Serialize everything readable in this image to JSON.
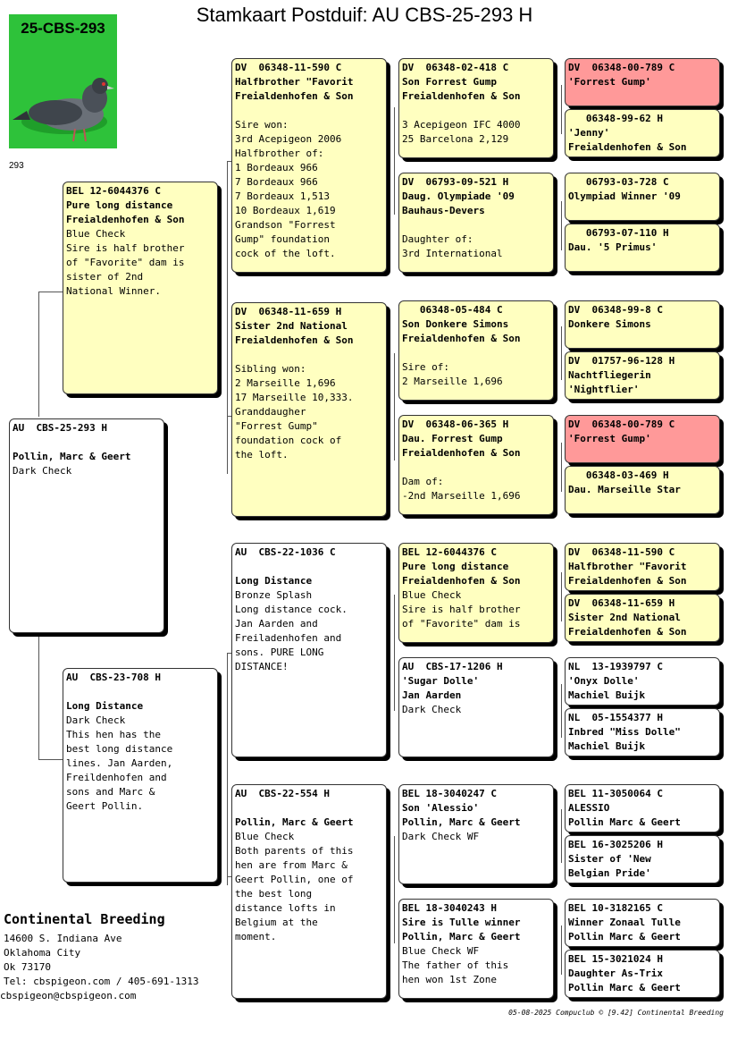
{
  "title": "Stamkaart Postduif: AU  CBS-25-293 H",
  "photo_label": "25-CBS-293",
  "ring_short": "293",
  "subject": {
    "lines": [
      {
        "t": "AU  CBS-25-293 H",
        "b": true
      },
      {
        "t": ""
      },
      {
        "t": "Pollin, Marc & Geert",
        "b": true
      },
      {
        "t": "Dark Check"
      }
    ]
  },
  "sire": {
    "lines": [
      {
        "t": "BEL 12-6044376 C",
        "b": true
      },
      {
        "t": "Pure long distance",
        "b": true
      },
      {
        "t": "Freialdenhofen & Son",
        "b": true
      },
      {
        "t": "Blue Check"
      },
      {
        "t": "Sire is half brother"
      },
      {
        "t": "of \"Favorite\" dam is"
      },
      {
        "t": "sister of 2nd"
      },
      {
        "t": "National Winner."
      }
    ]
  },
  "dam": {
    "lines": [
      {
        "t": "AU  CBS-23-708 H",
        "b": true
      },
      {
        "t": ""
      },
      {
        "t": "Long Distance",
        "b": true
      },
      {
        "t": "Dark Check"
      },
      {
        "t": "This hen has the"
      },
      {
        "t": "best long distance"
      },
      {
        "t": "lines. Jan Aarden,"
      },
      {
        "t": "Freildenhofen and"
      },
      {
        "t": "sons and Marc &"
      },
      {
        "t": "Geert Pollin."
      }
    ]
  },
  "gp": [
    {
      "lines": [
        {
          "t": "DV  06348-11-590 C",
          "b": true
        },
        {
          "t": "Halfbrother \"Favorit",
          "b": true
        },
        {
          "t": "Freialdenhofen & Son",
          "b": true
        },
        {
          "t": ""
        },
        {
          "t": "Sire won:"
        },
        {
          "t": "3rd Acepigeon 2006"
        },
        {
          "t": "Halfbrother of:"
        },
        {
          "t": "1 Bordeaux 966"
        },
        {
          "t": "7 Bordeaux 966"
        },
        {
          "t": "7 Bordeaux 1,513"
        },
        {
          "t": "10 Bordeaux 1,619"
        },
        {
          "t": "Grandson \"Forrest"
        },
        {
          "t": "Gump\" foundation"
        },
        {
          "t": "cock of the loft."
        }
      ]
    },
    {
      "lines": [
        {
          "t": "DV  06348-11-659 H",
          "b": true
        },
        {
          "t": "Sister 2nd National",
          "b": true
        },
        {
          "t": "Freialdenhofen & Son",
          "b": true
        },
        {
          "t": ""
        },
        {
          "t": "Sibling won:"
        },
        {
          "t": "2 Marseille 1,696"
        },
        {
          "t": "17 Marseille 10,333."
        },
        {
          "t": "Granddaugher"
        },
        {
          "t": "\"Forrest Gump\""
        },
        {
          "t": "foundation cock of"
        },
        {
          "t": "the loft."
        }
      ]
    },
    {
      "lines": [
        {
          "t": "AU  CBS-22-1036 C",
          "b": true
        },
        {
          "t": ""
        },
        {
          "t": "Long Distance",
          "b": true
        },
        {
          "t": "Bronze Splash"
        },
        {
          "t": "Long distance cock."
        },
        {
          "t": "Jan Aarden and"
        },
        {
          "t": "Freiladenhofen and"
        },
        {
          "t": "sons. PURE LONG"
        },
        {
          "t": "DISTANCE!"
        }
      ]
    },
    {
      "lines": [
        {
          "t": "AU  CBS-22-554 H",
          "b": true
        },
        {
          "t": ""
        },
        {
          "t": "Pollin, Marc & Geert",
          "b": true
        },
        {
          "t": "Blue Check"
        },
        {
          "t": "Both parents of this"
        },
        {
          "t": "hen are from Marc &"
        },
        {
          "t": "Geert Pollin, one of"
        },
        {
          "t": "the best long"
        },
        {
          "t": "distance lofts in"
        },
        {
          "t": "Belgium at the"
        },
        {
          "t": "moment."
        }
      ]
    }
  ],
  "ggp": [
    {
      "lines": [
        {
          "t": "DV  06348-02-418 C",
          "b": true
        },
        {
          "t": "Son Forrest Gump",
          "b": true
        },
        {
          "t": "Freialdenhofen & Son",
          "b": true
        },
        {
          "t": ""
        },
        {
          "t": "3 Acepigeon IFC 4000"
        },
        {
          "t": "25 Barcelona 2,129"
        }
      ]
    },
    {
      "lines": [
        {
          "t": "DV  06793-09-521 H",
          "b": true
        },
        {
          "t": "Daug. Olympiade '09",
          "b": true
        },
        {
          "t": "Bauhaus-Devers",
          "b": true
        },
        {
          "t": ""
        },
        {
          "t": "Daughter of:"
        },
        {
          "t": "3rd International"
        }
      ]
    },
    {
      "lines": [
        {
          "t": "   06348-05-484 C",
          "b": true
        },
        {
          "t": "Son Donkere Simons",
          "b": true
        },
        {
          "t": "Freialdenhofen & Son",
          "b": true
        },
        {
          "t": ""
        },
        {
          "t": "Sire of:"
        },
        {
          "t": "2 Marseille 1,696"
        }
      ]
    },
    {
      "lines": [
        {
          "t": "DV  06348-06-365 H",
          "b": true
        },
        {
          "t": "Dau. Forrest Gump",
          "b": true
        },
        {
          "t": "Freialdenhofen & Son",
          "b": true
        },
        {
          "t": ""
        },
        {
          "t": "Dam of:"
        },
        {
          "t": "-2nd Marseille 1,696"
        }
      ]
    },
    {
      "lines": [
        {
          "t": "BEL 12-6044376 C",
          "b": true
        },
        {
          "t": "Pure long distance",
          "b": true
        },
        {
          "t": "Freialdenhofen & Son",
          "b": true
        },
        {
          "t": "Blue Check"
        },
        {
          "t": "Sire is half brother"
        },
        {
          "t": "of \"Favorite\" dam is"
        }
      ]
    },
    {
      "lines": [
        {
          "t": "AU  CBS-17-1206 H",
          "b": true
        },
        {
          "t": "'Sugar Dolle'",
          "b": true
        },
        {
          "t": "Jan Aarden",
          "b": true
        },
        {
          "t": "Dark Check"
        }
      ]
    },
    {
      "lines": [
        {
          "t": "BEL 18-3040247 C",
          "b": true
        },
        {
          "t": "Son 'Alessio'",
          "b": true
        },
        {
          "t": "Pollin, Marc & Geert",
          "b": true
        },
        {
          "t": "Dark Check WF"
        }
      ]
    },
    {
      "lines": [
        {
          "t": "BEL 18-3040243 H",
          "b": true
        },
        {
          "t": "Sire is Tulle winner",
          "b": true
        },
        {
          "t": "Pollin, Marc & Geert",
          "b": true
        },
        {
          "t": "Blue Check WF"
        },
        {
          "t": "The father of this"
        },
        {
          "t": "hen won 1st Zone"
        }
      ]
    }
  ],
  "gggp": [
    {
      "lines": [
        {
          "t": "DV  06348-00-789 C",
          "b": true
        },
        {
          "t": "'Forrest Gump'",
          "b": true
        }
      ]
    },
    {
      "lines": [
        {
          "t": "   06348-99-62 H",
          "b": true
        },
        {
          "t": "'Jenny'",
          "b": true
        },
        {
          "t": "Freialdenhofen & Son",
          "b": true
        }
      ]
    },
    {
      "lines": [
        {
          "t": "   06793-03-728 C",
          "b": true
        },
        {
          "t": "Olympiad Winner '09",
          "b": true
        }
      ]
    },
    {
      "lines": [
        {
          "t": "   06793-07-110 H",
          "b": true
        },
        {
          "t": "Dau. '5 Primus'",
          "b": true
        }
      ]
    },
    {
      "lines": [
        {
          "t": "DV  06348-99-8 C",
          "b": true
        },
        {
          "t": "Donkere Simons",
          "b": true
        }
      ]
    },
    {
      "lines": [
        {
          "t": "DV  01757-96-128 H",
          "b": true
        },
        {
          "t": "Nachtfliegerin",
          "b": true
        },
        {
          "t": "'Nightflier'",
          "b": true
        }
      ]
    },
    {
      "lines": [
        {
          "t": "DV  06348-00-789 C",
          "b": true
        },
        {
          "t": "'Forrest Gump'",
          "b": true
        }
      ]
    },
    {
      "lines": [
        {
          "t": "   06348-03-469 H",
          "b": true
        },
        {
          "t": "Dau. Marseille Star",
          "b": true
        }
      ]
    },
    {
      "lines": [
        {
          "t": "DV  06348-11-590 C",
          "b": true
        },
        {
          "t": "Halfbrother \"Favorit",
          "b": true
        },
        {
          "t": "Freialdenhofen & Son",
          "b": true
        }
      ]
    },
    {
      "lines": [
        {
          "t": "DV  06348-11-659 H",
          "b": true
        },
        {
          "t": "Sister 2nd National",
          "b": true
        },
        {
          "t": "Freialdenhofen & Son",
          "b": true
        }
      ]
    },
    {
      "lines": [
        {
          "t": "NL  13-1939797 C",
          "b": true
        },
        {
          "t": "'Onyx Dolle'",
          "b": true
        },
        {
          "t": "Machiel Buijk",
          "b": true
        }
      ]
    },
    {
      "lines": [
        {
          "t": "NL  05-1554377 H",
          "b": true
        },
        {
          "t": "Inbred \"Miss Dolle\"",
          "b": true
        },
        {
          "t": "Machiel Buijk",
          "b": true
        }
      ]
    },
    {
      "lines": [
        {
          "t": "BEL 11-3050064 C",
          "b": true
        },
        {
          "t": "ALESSIO",
          "b": true
        },
        {
          "t": "Pollin Marc & Geert",
          "b": true
        }
      ]
    },
    {
      "lines": [
        {
          "t": "BEL 16-3025206 H",
          "b": true
        },
        {
          "t": "Sister of 'New",
          "b": true
        },
        {
          "t": "Belgian Pride'",
          "b": true
        }
      ]
    },
    {
      "lines": [
        {
          "t": "BEL 10-3182165 C",
          "b": true
        },
        {
          "t": "Winner Zonaal Tulle",
          "b": true
        },
        {
          "t": "Pollin Marc & Geert",
          "b": true
        }
      ]
    },
    {
      "lines": [
        {
          "t": "BEL 15-3021024 H",
          "b": true
        },
        {
          "t": "Daughter As-Trix",
          "b": true
        },
        {
          "t": "Pollin Marc & Geert",
          "b": true
        }
      ]
    }
  ],
  "footer": {
    "org": "Continental Breeding",
    "address1": "14600 S. Indiana Ave",
    "address2": "Oklahoma City",
    "address3": "Ok 73170",
    "tel": "Tel: cbspigeon.com / 405-691-1313",
    "email": "cbspigeon@cbspigeon.com"
  },
  "stamp": "05-08-2025  Compuclub © [9.42]  Continental Breeding",
  "colors": {
    "yellow_card": "#ffffc0",
    "red_card": "#ff9999",
    "photo_bg": "#2ec23a"
  },
  "icons": {
    "photo": "pigeon-photo"
  }
}
